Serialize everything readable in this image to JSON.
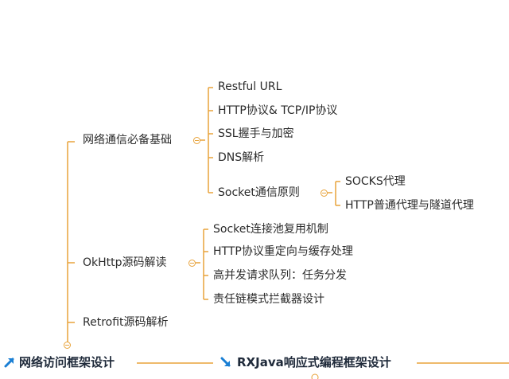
{
  "mindmap": {
    "branches": [
      {
        "label": "网络通信必备基础",
        "children": [
          "Restful URL",
          "HTTP协议& TCP/IP协议",
          "SSL握手与加密",
          "DNS解析"
        ],
        "socket": {
          "label": "Socket通信原则",
          "children": [
            "SOCKS代理",
            "HTTP普通代理与隧道代理"
          ]
        }
      },
      {
        "label": "OkHttp源码解读",
        "children": [
          "Socket连接池复用机制",
          "HTTP协议重定向与缓存处理",
          "高并发请求队列：任务分发",
          "责任链模式拦截器设计"
        ]
      },
      {
        "label": "Retrofit源码解析",
        "children": []
      }
    ],
    "sections": [
      "网络访问框架设计",
      "RXJava响应式编程框架设计"
    ]
  },
  "colors": {
    "line": "#e8a33a",
    "arrow": "#1a7fd4",
    "text": "#2b2b2b"
  },
  "icons": {
    "section_arrow": "arrow-up-right-icon",
    "section2_arrow": "arrow-down-right-icon"
  }
}
